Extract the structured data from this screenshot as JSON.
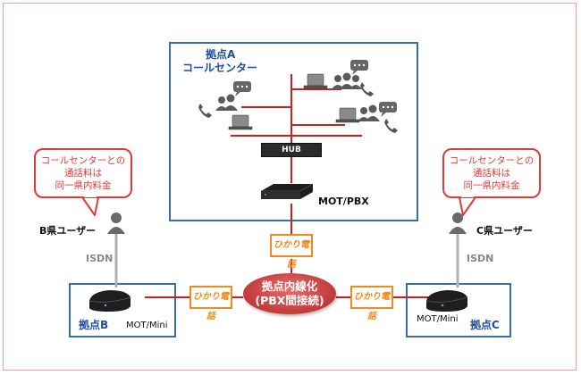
{
  "site_a": {
    "title_line1": "拠点A",
    "title_line2": "コールセンター"
  },
  "hub_label": "HUB",
  "pbx_label": "MOT/PBX",
  "bubble_left": {
    "line1": "コールセンターとの",
    "line2": "通話料は",
    "line3": "同一県内料金"
  },
  "bubble_right": {
    "line1": "コールセンターとの",
    "line2": "通話料は",
    "line3": "同一県内料金"
  },
  "user_b": "B県ユーザー",
  "user_c": "C県ユーザー",
  "isdn_left": "ISDN",
  "isdn_right": "ISDN",
  "site_b": {
    "title": "拠点B",
    "device": "MOT/Mini"
  },
  "site_c": {
    "title": "拠点C",
    "device": "MOT/Mini"
  },
  "hikari_label": "ひかり電話",
  "center": {
    "line1": "拠点内線化",
    "line2": "(PBX間接続)"
  },
  "colors": {
    "red_line": "#cc1f1f",
    "blue_border": "#3a6ea8",
    "orange": "#f08a1c",
    "bubble_red": "#e03a3a"
  }
}
